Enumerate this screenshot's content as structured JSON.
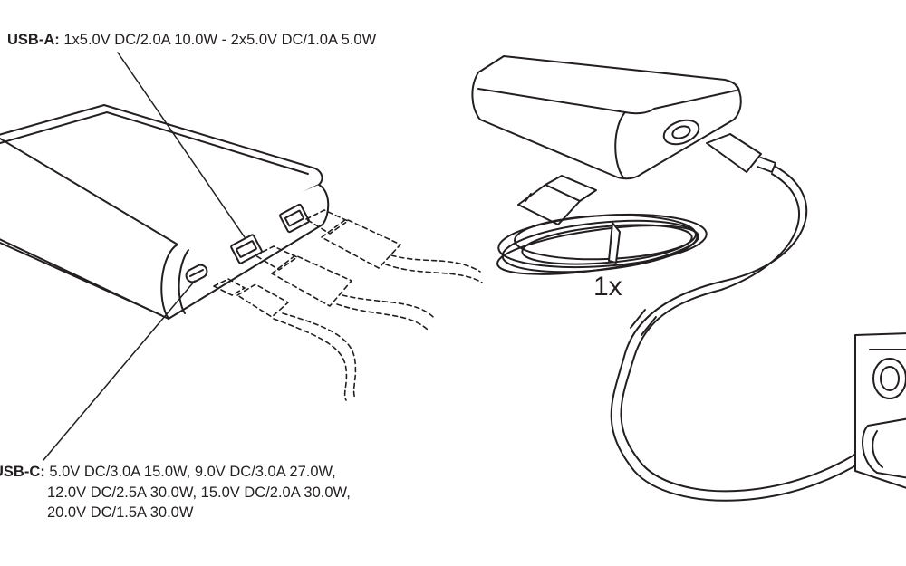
{
  "usb_a": {
    "label": "USB-A:",
    "spec": "1x5.0V DC/2.0A 10.0W - 2x5.0V DC/1.0A 5.0W"
  },
  "usb_c": {
    "label": "USB-C:",
    "line1": "5.0V DC/3.0A 15.0W, 9.0V DC/3.0A 27.0W,",
    "line2": "12.0V DC/2.5A 30.0W, 15.0V DC/2.0A 30.0W,",
    "line3": "20.0V DC/1.5A 30.0W"
  },
  "cable_quantity": "1x",
  "colors": {
    "ink": "#231f20",
    "background": "#ffffff"
  }
}
